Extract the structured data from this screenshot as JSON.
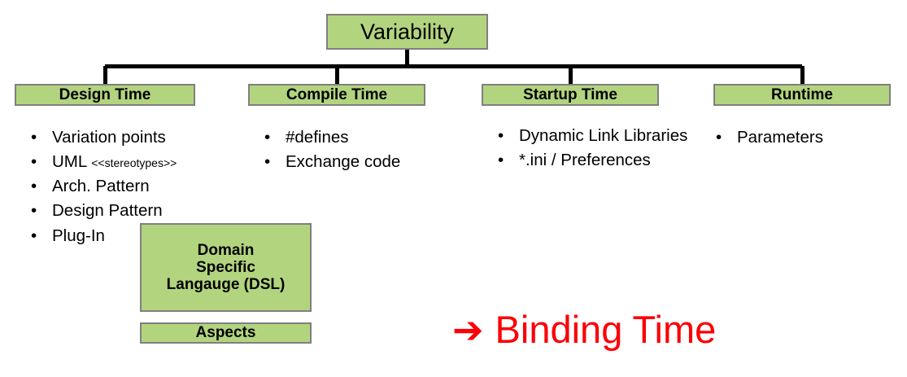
{
  "root": {
    "label": "Variability"
  },
  "columns": [
    {
      "id": "design-time",
      "header": "Design Time",
      "bullets": [
        {
          "text": "Variation points"
        },
        {
          "text": "UML ",
          "tag": "<<stereotypes>>"
        },
        {
          "text": "Arch. Pattern"
        },
        {
          "text": "Design Pattern"
        },
        {
          "text": "Plug-In"
        }
      ]
    },
    {
      "id": "compile-time",
      "header": "Compile Time",
      "bullets": [
        {
          "text": "#defines"
        },
        {
          "text": "Exchange code"
        }
      ]
    },
    {
      "id": "startup-time",
      "header": "Startup Time",
      "bullets": [
        {
          "text": "Dynamic Link Libraries"
        },
        {
          "text": "*.ini / Preferences"
        }
      ]
    },
    {
      "id": "runtime",
      "header": "Runtime",
      "bullets": [
        {
          "text": "Parameters"
        }
      ]
    }
  ],
  "extra_boxes": {
    "dsl": {
      "line1": "Domain",
      "line2": "Specific",
      "line3": "Langauge (DSL)"
    },
    "aspects": {
      "label": "Aspects"
    }
  },
  "callout": {
    "arrow": "➔",
    "label": "Binding Time"
  },
  "bullet_marker": "•",
  "colors": {
    "box_fill": "#b3d47f",
    "box_border": "#7f7f7f",
    "connector": "#000000",
    "callout_red": "#fb0007",
    "text": "#000000"
  }
}
